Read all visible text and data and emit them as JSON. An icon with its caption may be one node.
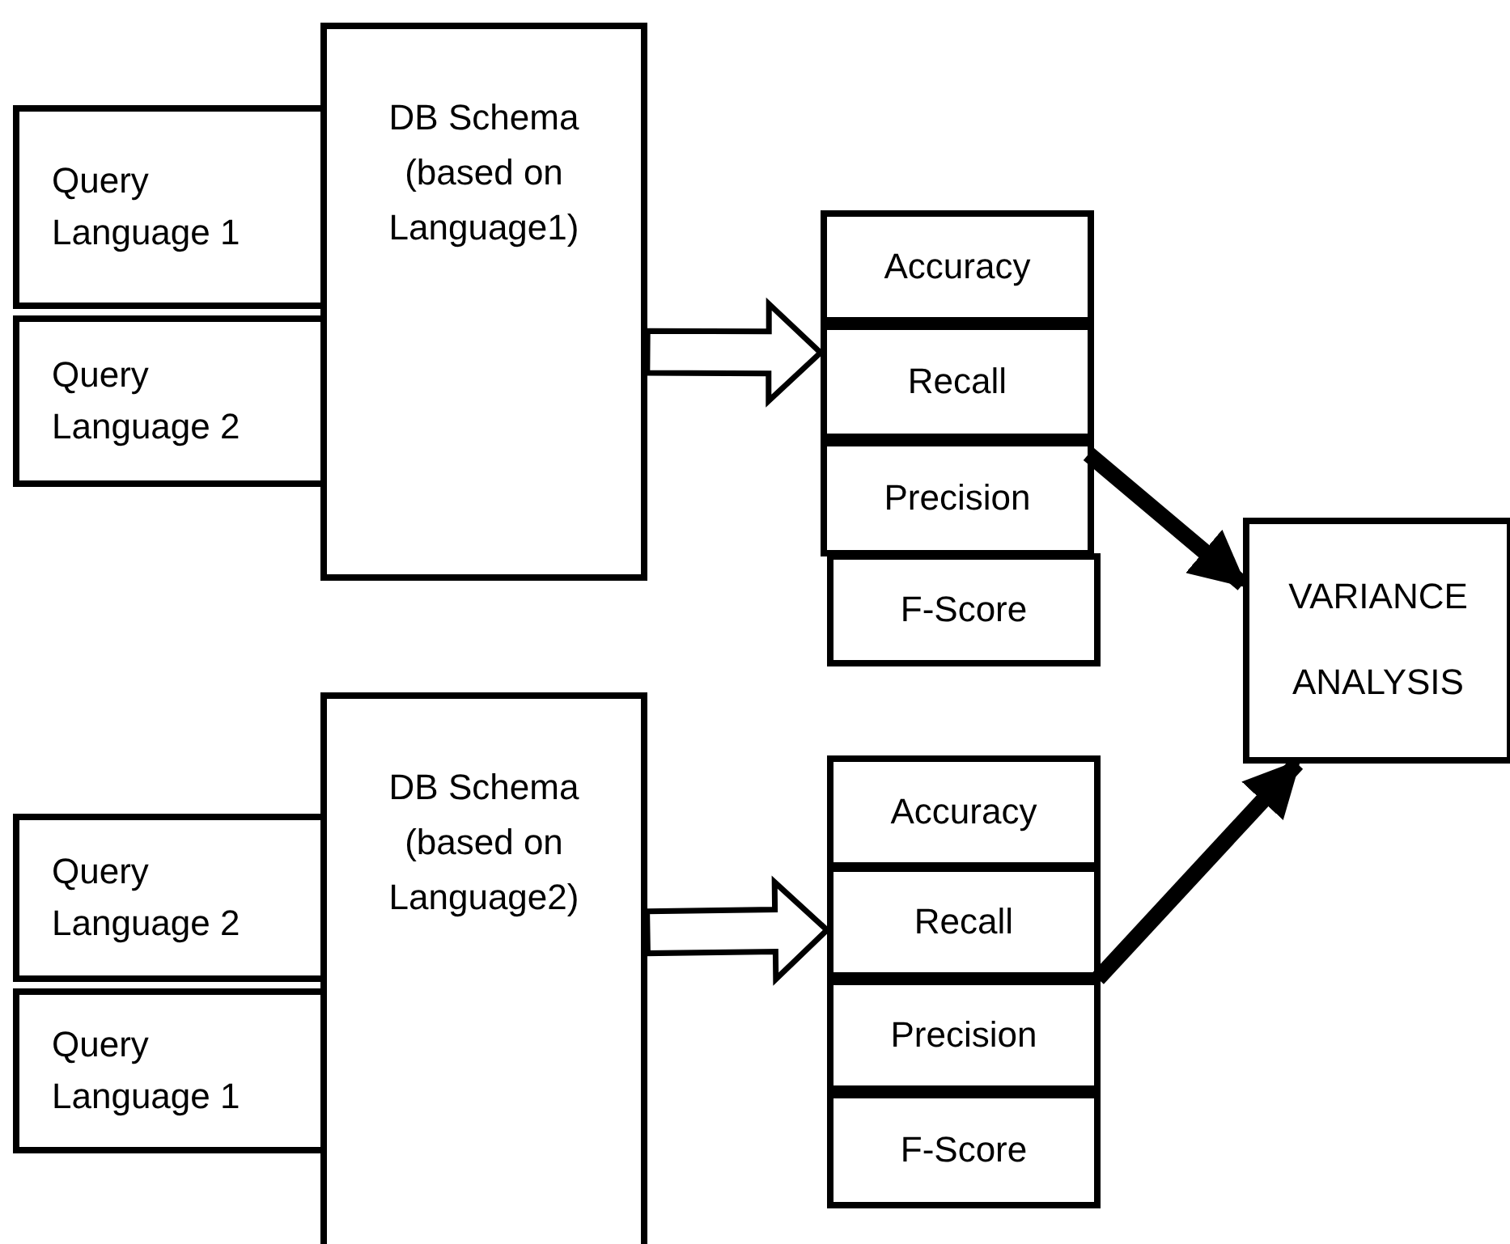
{
  "diagram": {
    "nodes": [
      {
        "text": [
          "Query Language 1"
        ]
      },
      {
        "text": [
          "Query Language 2"
        ]
      },
      {
        "text": [
          "DB Schema (based on Language1)"
        ]
      },
      {
        "text": [
          "Accuracy"
        ]
      },
      {
        "text": [
          "Recall"
        ]
      },
      {
        "text": [
          "Precision"
        ]
      },
      {
        "text": [
          "F-Score"
        ]
      },
      {
        "text": [
          "VARIANCE ANALYSIS"
        ]
      },
      {
        "text": [
          "DB Schema (based on Language2)"
        ]
      },
      {
        "text": [
          "Query Language 2"
        ]
      },
      {
        "text": [
          "Query Language 1"
        ]
      },
      {
        "text": [
          "Accuracy"
        ]
      },
      {
        "text": [
          "Recall"
        ]
      },
      {
        "text": [
          "Precision"
        ]
      },
      {
        "text": [
          "F-Score"
        ]
      }
    ],
    "edges": [
      {
        "from": 2,
        "to": 4,
        "arrow": "to"
      },
      {
        "from": 8,
        "to": 12,
        "arrow": "to"
      },
      {
        "from": 5,
        "to": 7,
        "arrow": "to"
      },
      {
        "from": 12,
        "to": 7,
        "arrow": "to"
      }
    ]
  }
}
